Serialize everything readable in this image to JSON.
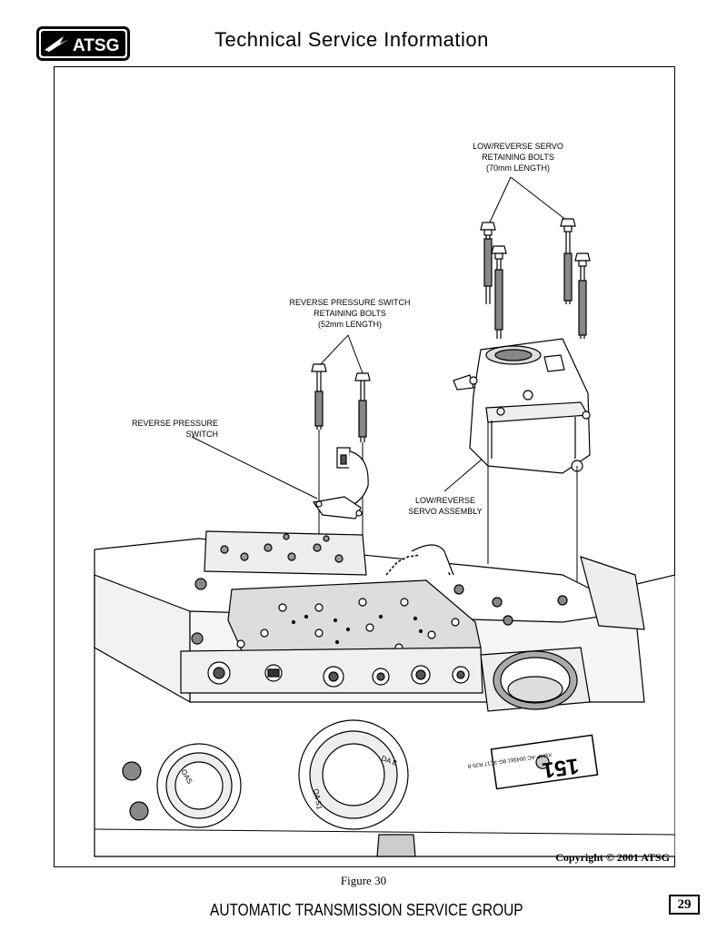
{
  "header": {
    "logo_text": "ATSG",
    "title": "Technical Service Information"
  },
  "figure": {
    "callouts": {
      "servo_bolts": "LOW/REVERSE SERVO\nRETAINING BOLTS\n(70mm LENGTH)",
      "switch_bolts": "REVERSE PRESSURE SWITCH\nRETAINING BOLTS\n(52mm LENGTH)",
      "switch": "REVERSE PRESSURE\nSWITCH",
      "servo_assembly": "LOW/REVERSE\nSERVO ASSEMBLY"
    },
    "stamp_number": "151",
    "stamp_text": "XW4P-AC\n004361\n8G-3C17\nRJS-8",
    "copyright": "Copyright © 2001 ATSG",
    "caption": "Figure 30"
  },
  "footer": {
    "title": "AUTOMATIC TRANSMISSION SERVICE GROUP",
    "page_number": "29"
  }
}
